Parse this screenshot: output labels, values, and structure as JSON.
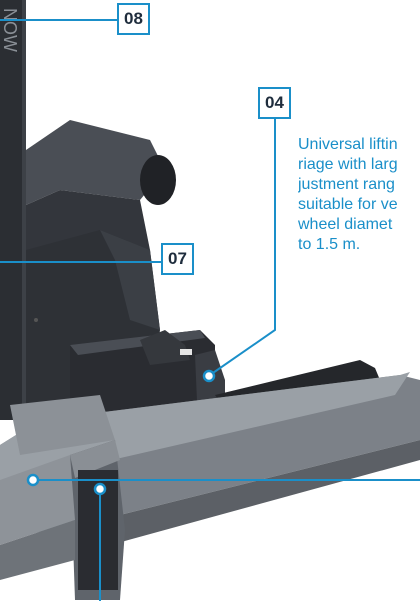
{
  "callouts": {
    "label_08": "08",
    "label_04": "04",
    "label_07": "07"
  },
  "description_lines": [
    "Universal liftin",
    "riage with larg",
    "justment rang",
    "suitable for ve",
    "wheel diamet",
    "to 1.5 m."
  ],
  "colors": {
    "accent": "#1a8fc9",
    "badge_text": "#1f2d3d",
    "device_dark": "#2a2d33",
    "device_grey": "#6f747b"
  }
}
